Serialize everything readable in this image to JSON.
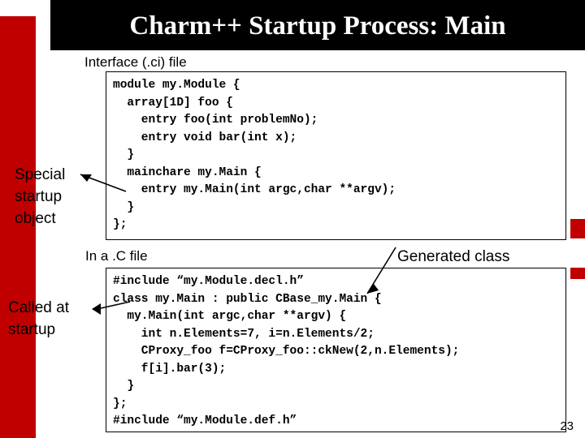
{
  "slide": {
    "title": "Charm++ Startup Process: Main",
    "page_number": "23",
    "accent_color": "#c00000",
    "title_bar_color": "#000000",
    "title_text_color": "#ffffff"
  },
  "labels": {
    "interface_file": "Interface (.ci) file",
    "special_startup_object": "Special\nstartup\nobject",
    "in_a_c_file": "In a .C file",
    "generated_class": "Generated class",
    "called_at_startup": "Called at\nstartup"
  },
  "code": {
    "ci_file": "module my.Module {\n  array[1D] foo {\n    entry foo(int problemNo);\n    entry void bar(int x);\n  }\n  mainchare my.Main {\n    entry my.Main(int argc,char **argv);\n  }\n};",
    "c_file": "#include “my.Module.decl.h”\nclass my.Main : public CBase_my.Main {\n  my.Main(int argc,char **argv) {\n    int n.Elements=7, i=n.Elements/2;\n    CProxy_foo f=CProxy_foo::ckNew(2,n.Elements);\n    f[i].bar(3);\n  }\n};\n#include “my.Module.def.h”"
  }
}
